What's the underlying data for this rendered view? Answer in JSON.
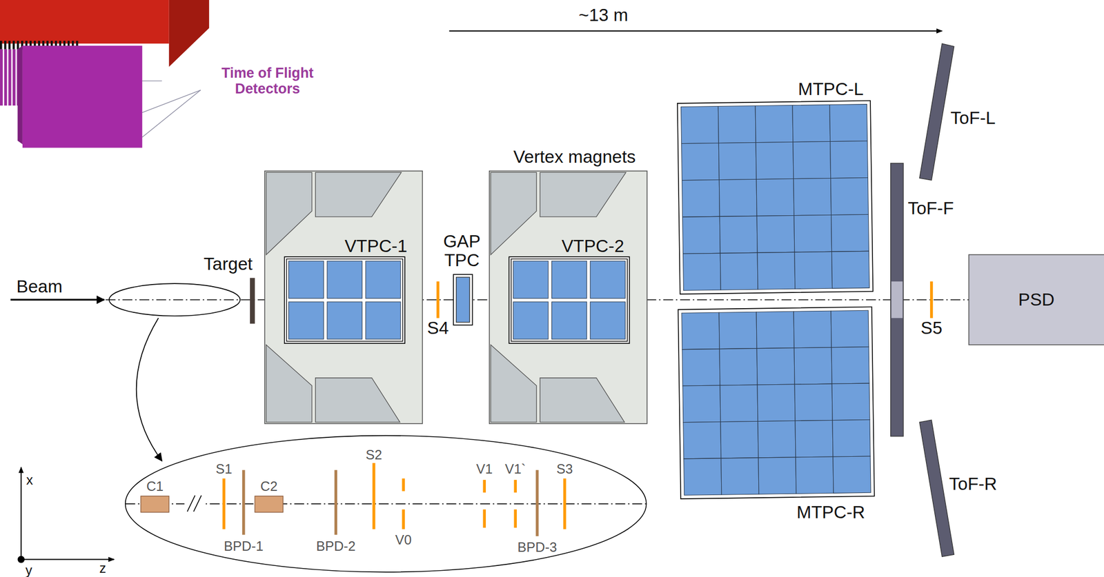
{
  "diagram": {
    "nodes": [
      {
        "text": [
          "VTPC-1"
        ]
      },
      {
        "text": [
          "GAP TPC"
        ]
      },
      {
        "text": [
          "VTPC-2"
        ]
      },
      {
        "text": [
          "MTPC-L"
        ]
      },
      {
        "text": [
          "MTPC-R"
        ]
      },
      {
        "text": [
          "ToF-F"
        ]
      },
      {
        "text": [
          "PSD"
        ]
      },
      {
        "text": [
          "C1"
        ]
      },
      {
        "text": [
          "C2"
        ]
      }
    ],
    "labels": [
      "Time of Flight Detectors",
      "~13 m",
      "Beam",
      "Target",
      "Vertex magnets",
      "S4",
      "S5",
      "ToF-L",
      "ToF-R",
      "S1",
      "BPD-1",
      "S2",
      "BPD-2",
      "V0",
      "V1",
      "V1`",
      "BPD-3",
      "S3",
      "x",
      "y",
      "z"
    ]
  }
}
